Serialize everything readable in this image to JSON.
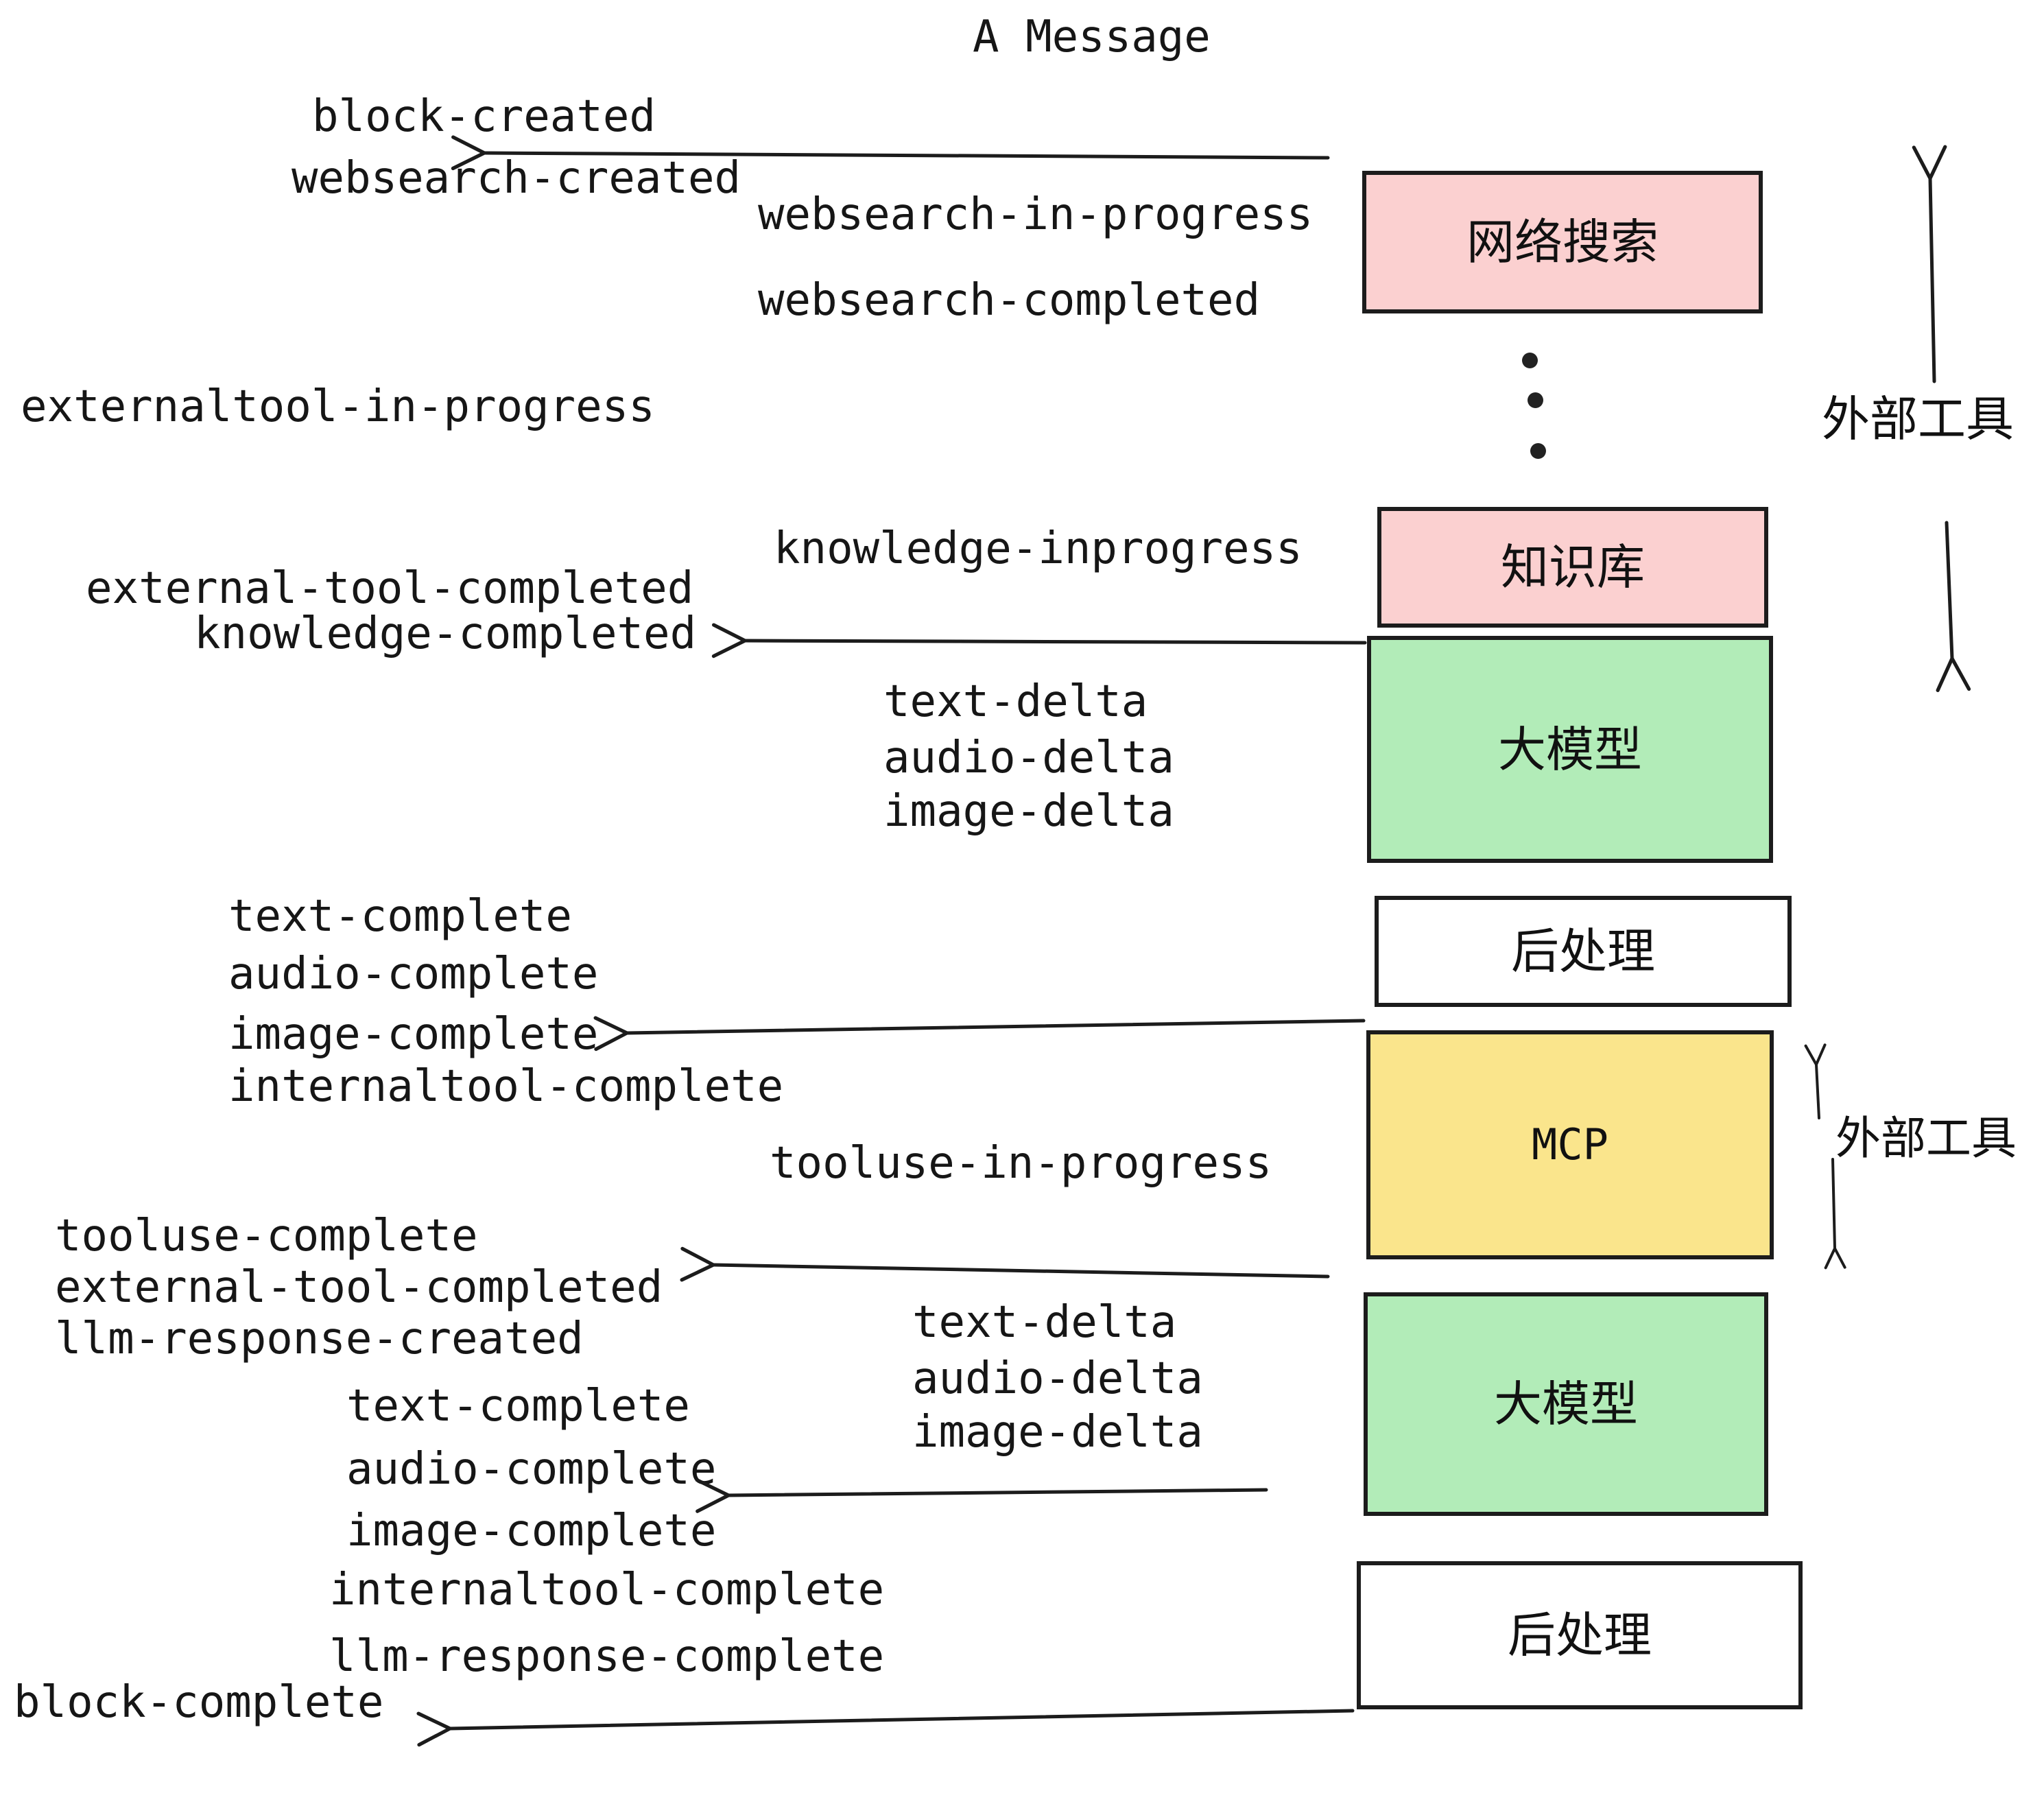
{
  "title": "A Message",
  "events": {
    "block_created": "block-created",
    "websearch_created": "websearch-created",
    "websearch_in_progress": "websearch-in-progress",
    "websearch_completed": "websearch-completed",
    "externaltool_in_progress": "externaltool-in-progress",
    "external_tool_completed_1": "external-tool-completed",
    "knowledge_completed": "knowledge-completed",
    "knowledge_inprogress": "knowledge-inprogress",
    "text_delta_1": "text-delta",
    "audio_delta_1": "audio-delta",
    "image_delta_1": "image-delta",
    "text_complete_1": "text-complete",
    "audio_complete_1": "audio-complete",
    "image_complete_1": "image-complete",
    "internaltool_complete_1": "internaltool-complete",
    "tooluse_in_progress": "tooluse-in-progress",
    "tooluse_complete": "tooluse-complete",
    "external_tool_completed_2": "external-tool-completed",
    "llm_response_created": "llm-response-created",
    "text_complete_2": "text-complete",
    "audio_complete_2": "audio-complete",
    "image_complete_2": "image-complete",
    "internaltool_complete_2": "internaltool-complete",
    "llm_response_complete": "llm-response-complete",
    "block_complete": "block-complete",
    "text_delta_2": "text-delta",
    "audio_delta_2": "audio-delta",
    "image_delta_2": "image-delta"
  },
  "boxes": {
    "websearch": {
      "label": "网络搜索",
      "fill": "#FBD0D0"
    },
    "knowledge": {
      "label": "知识库",
      "fill": "#FBD0D0"
    },
    "llm_1": {
      "label": "大模型",
      "fill": "#B2ECB8"
    },
    "postprocess_1": {
      "label": "后处理",
      "fill": "#FFFFFF"
    },
    "mcp": {
      "label": "MCP",
      "fill": "#FAE58C"
    },
    "llm_2": {
      "label": "大模型",
      "fill": "#B2ECB8"
    },
    "postprocess_2": {
      "label": "后处理",
      "fill": "#FFFFFF"
    }
  },
  "side_labels": {
    "external_tools_1": "外部工具",
    "external_tools_2": "外部工具"
  },
  "decorations": {
    "ellipsis_dots": 3
  },
  "colors": {
    "pink": "#FBD0D0",
    "green": "#B2ECB8",
    "yellow": "#FAE58C",
    "white": "#FFFFFF",
    "ink": "#1C1C1C"
  }
}
